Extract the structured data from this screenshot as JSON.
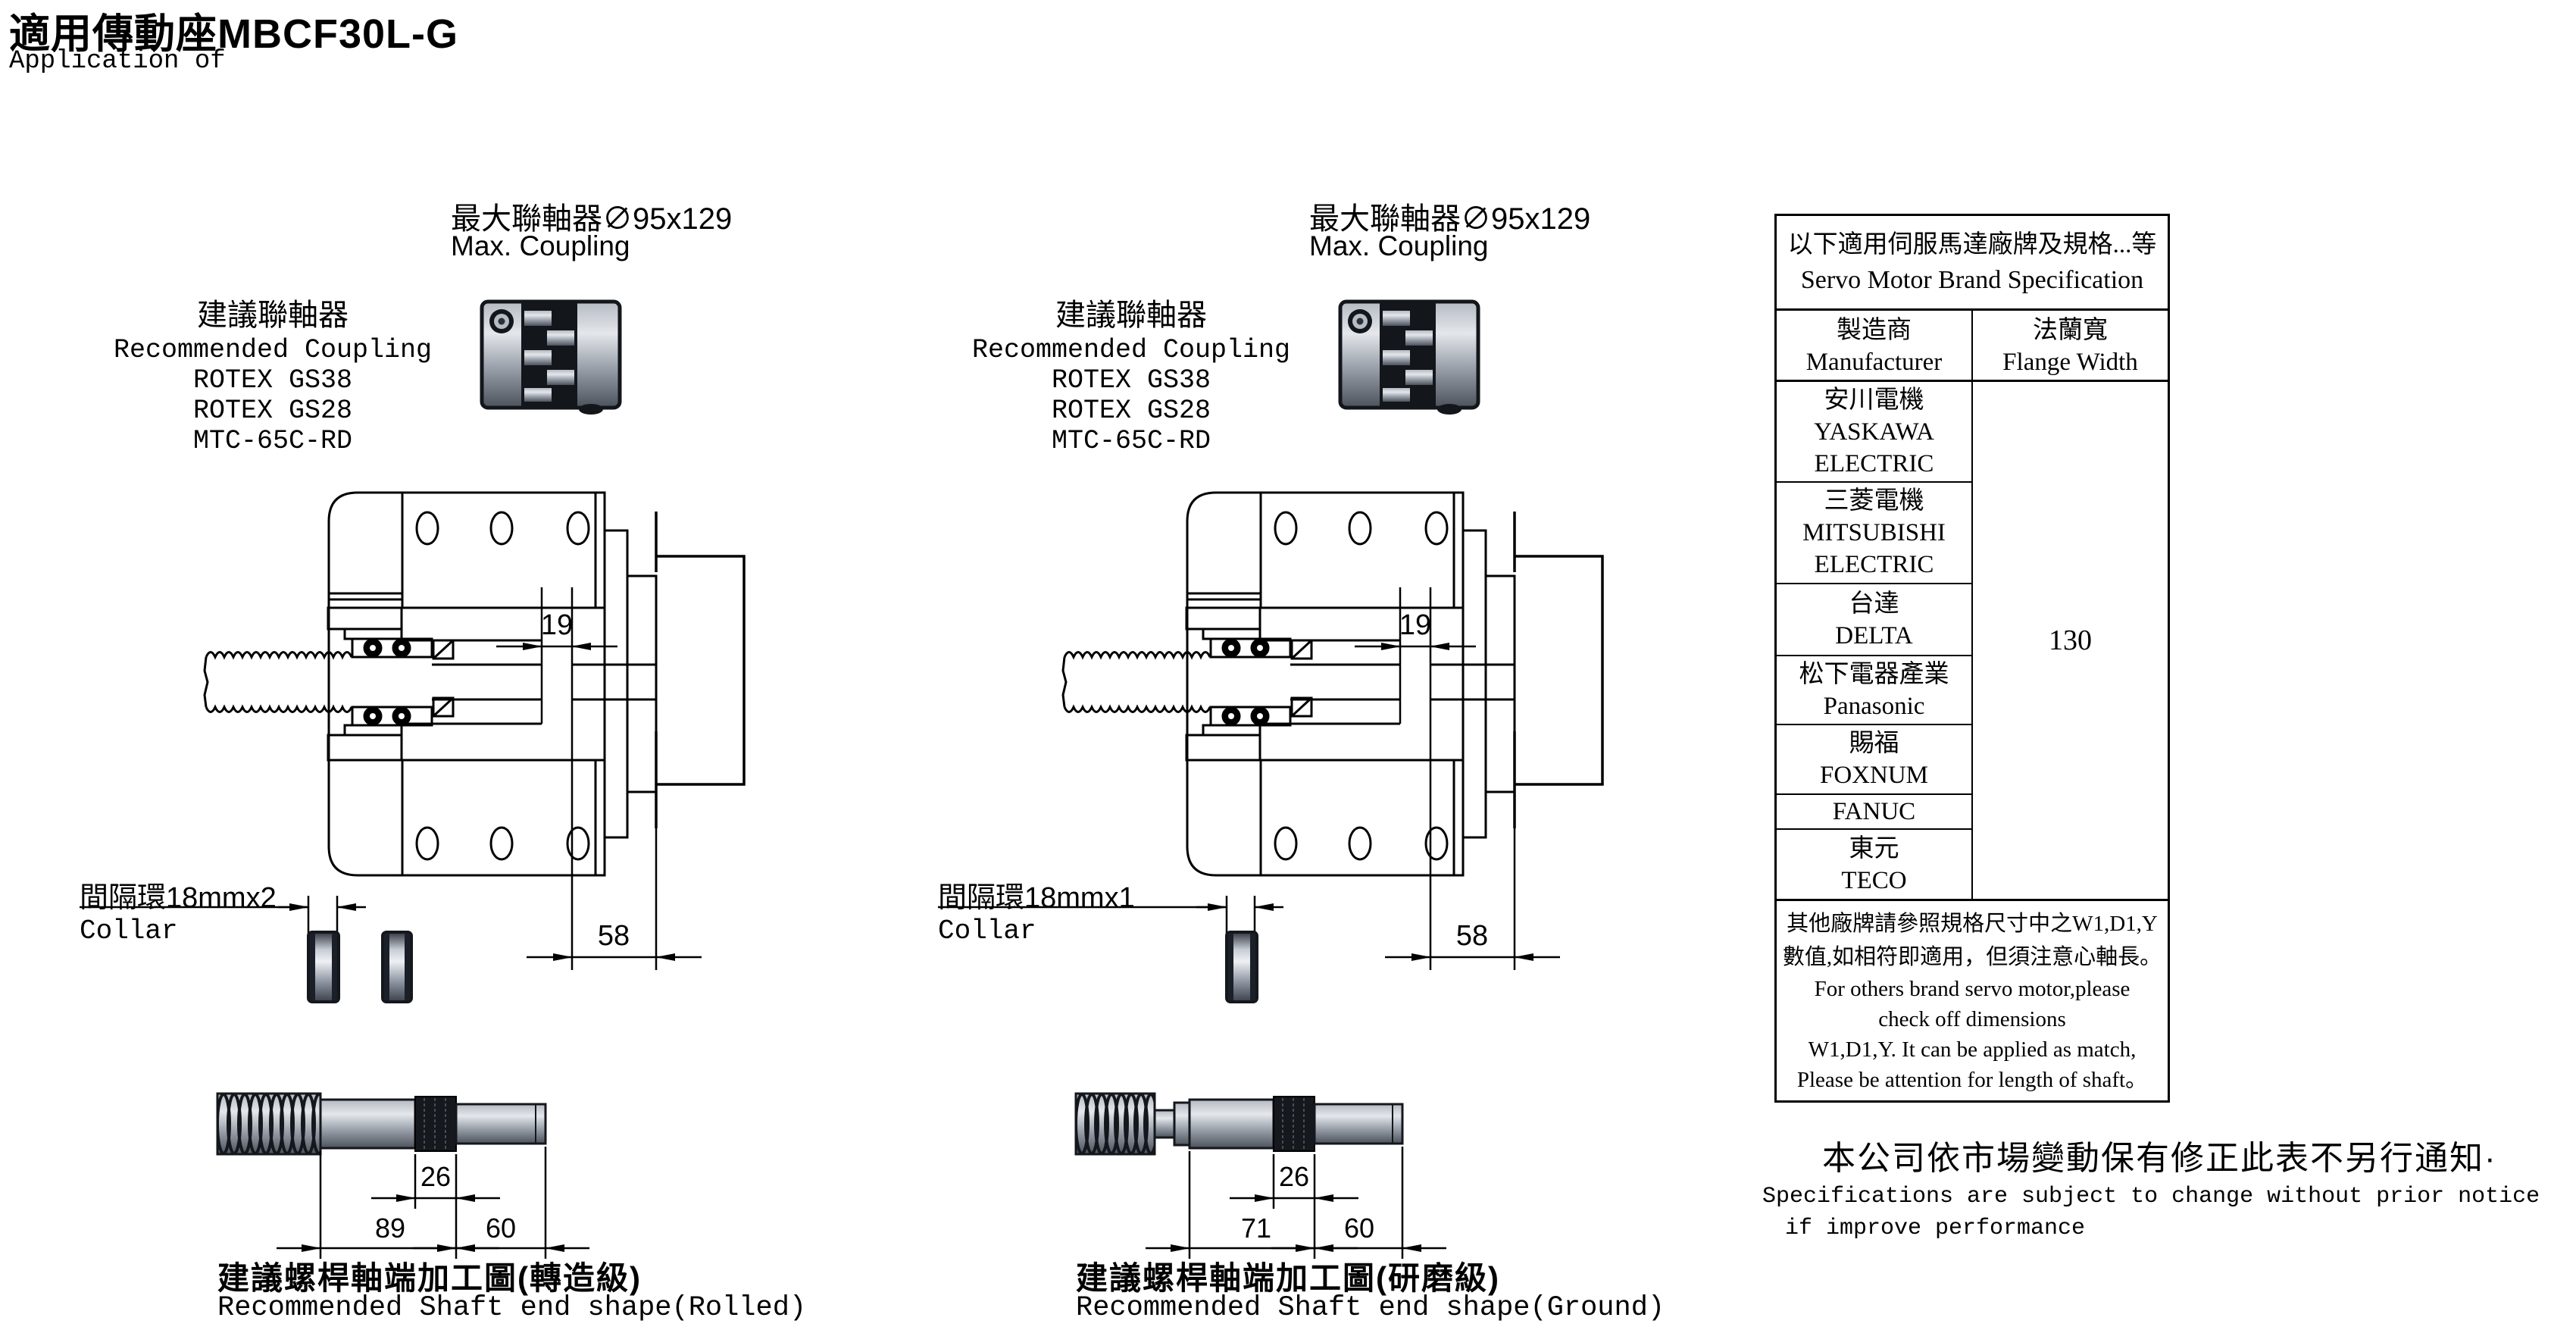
{
  "page": {
    "title": "適用傳動座MBCF30L-G",
    "subtitle": "Application of"
  },
  "units": [
    {
      "max_coupling_cn": "最大聯軸器∅95x129",
      "max_coupling_en": "Max. Coupling",
      "rec_cn": "建議聯軸器",
      "rec_en": "Recommended Coupling",
      "models": [
        "ROTEX GS38",
        "ROTEX GS28",
        "MTC-65C-RD"
      ],
      "collar_cn": "間隔環18mmx2",
      "collar_en": "Collar",
      "dim_gap": "19",
      "dim_flange": "58",
      "dim_knurl": "26",
      "dim_mid": "89",
      "dim_end": "60",
      "caption_cn": "建議螺桿軸端加工圖(轉造級)",
      "caption_en": "Recommended Shaft end shape(Rolled)"
    },
    {
      "max_coupling_cn": "最大聯軸器∅95x129",
      "max_coupling_en": "Max. Coupling",
      "rec_cn": "建議聯軸器",
      "rec_en": "Recommended Coupling",
      "models": [
        "ROTEX GS38",
        "ROTEX GS28",
        "MTC-65C-RD"
      ],
      "collar_cn": "間隔環18mmx1",
      "collar_en": "Collar",
      "dim_gap": "19",
      "dim_flange": "58",
      "dim_knurl": "26",
      "dim_mid": "71",
      "dim_end": "60",
      "caption_cn": "建議螺桿軸端加工圖(研磨級)",
      "caption_en": "Recommended Shaft end shape(Ground)"
    }
  ],
  "table": {
    "title_cn": "以下適用伺服馬達廠牌及規格...等",
    "title_en": "Servo Motor Brand Specification",
    "col_manufacturer_cn": "製造商",
    "col_manufacturer_en": "Manufacturer",
    "col_flange_cn": "法蘭寬",
    "col_flange_en": "Flange Width",
    "flange_width": "130",
    "brands": [
      {
        "lines": [
          "安川電機",
          "YASKAWA",
          "ELECTRIC"
        ]
      },
      {
        "lines": [
          "三菱電機",
          "MITSUBISHI",
          "ELECTRIC"
        ]
      },
      {
        "lines": [
          "台達",
          "DELTA"
        ]
      },
      {
        "lines": [
          "松下電器產業",
          "Panasonic"
        ]
      },
      {
        "lines": [
          "賜福",
          "FOXNUM"
        ]
      },
      {
        "lines": [
          "FANUC"
        ]
      },
      {
        "lines": [
          "東元",
          "TECO"
        ]
      }
    ],
    "note_lines": [
      "其他廠牌請參照規格尺寸中之W1,D1,Y",
      "數值,如相符即適用，但須注意心軸長。",
      "For others brand servo motor,please",
      "check off dimensions",
      "W1,D1,Y. It can be applied as match,",
      "Please be attention for length of shaft。"
    ]
  },
  "notice": {
    "cn": "本公司依市場變動保有修正此表不另行通知·",
    "en_line1": "Specifications are subject to change without prior notice",
    "en_line2": "if improve performance"
  }
}
